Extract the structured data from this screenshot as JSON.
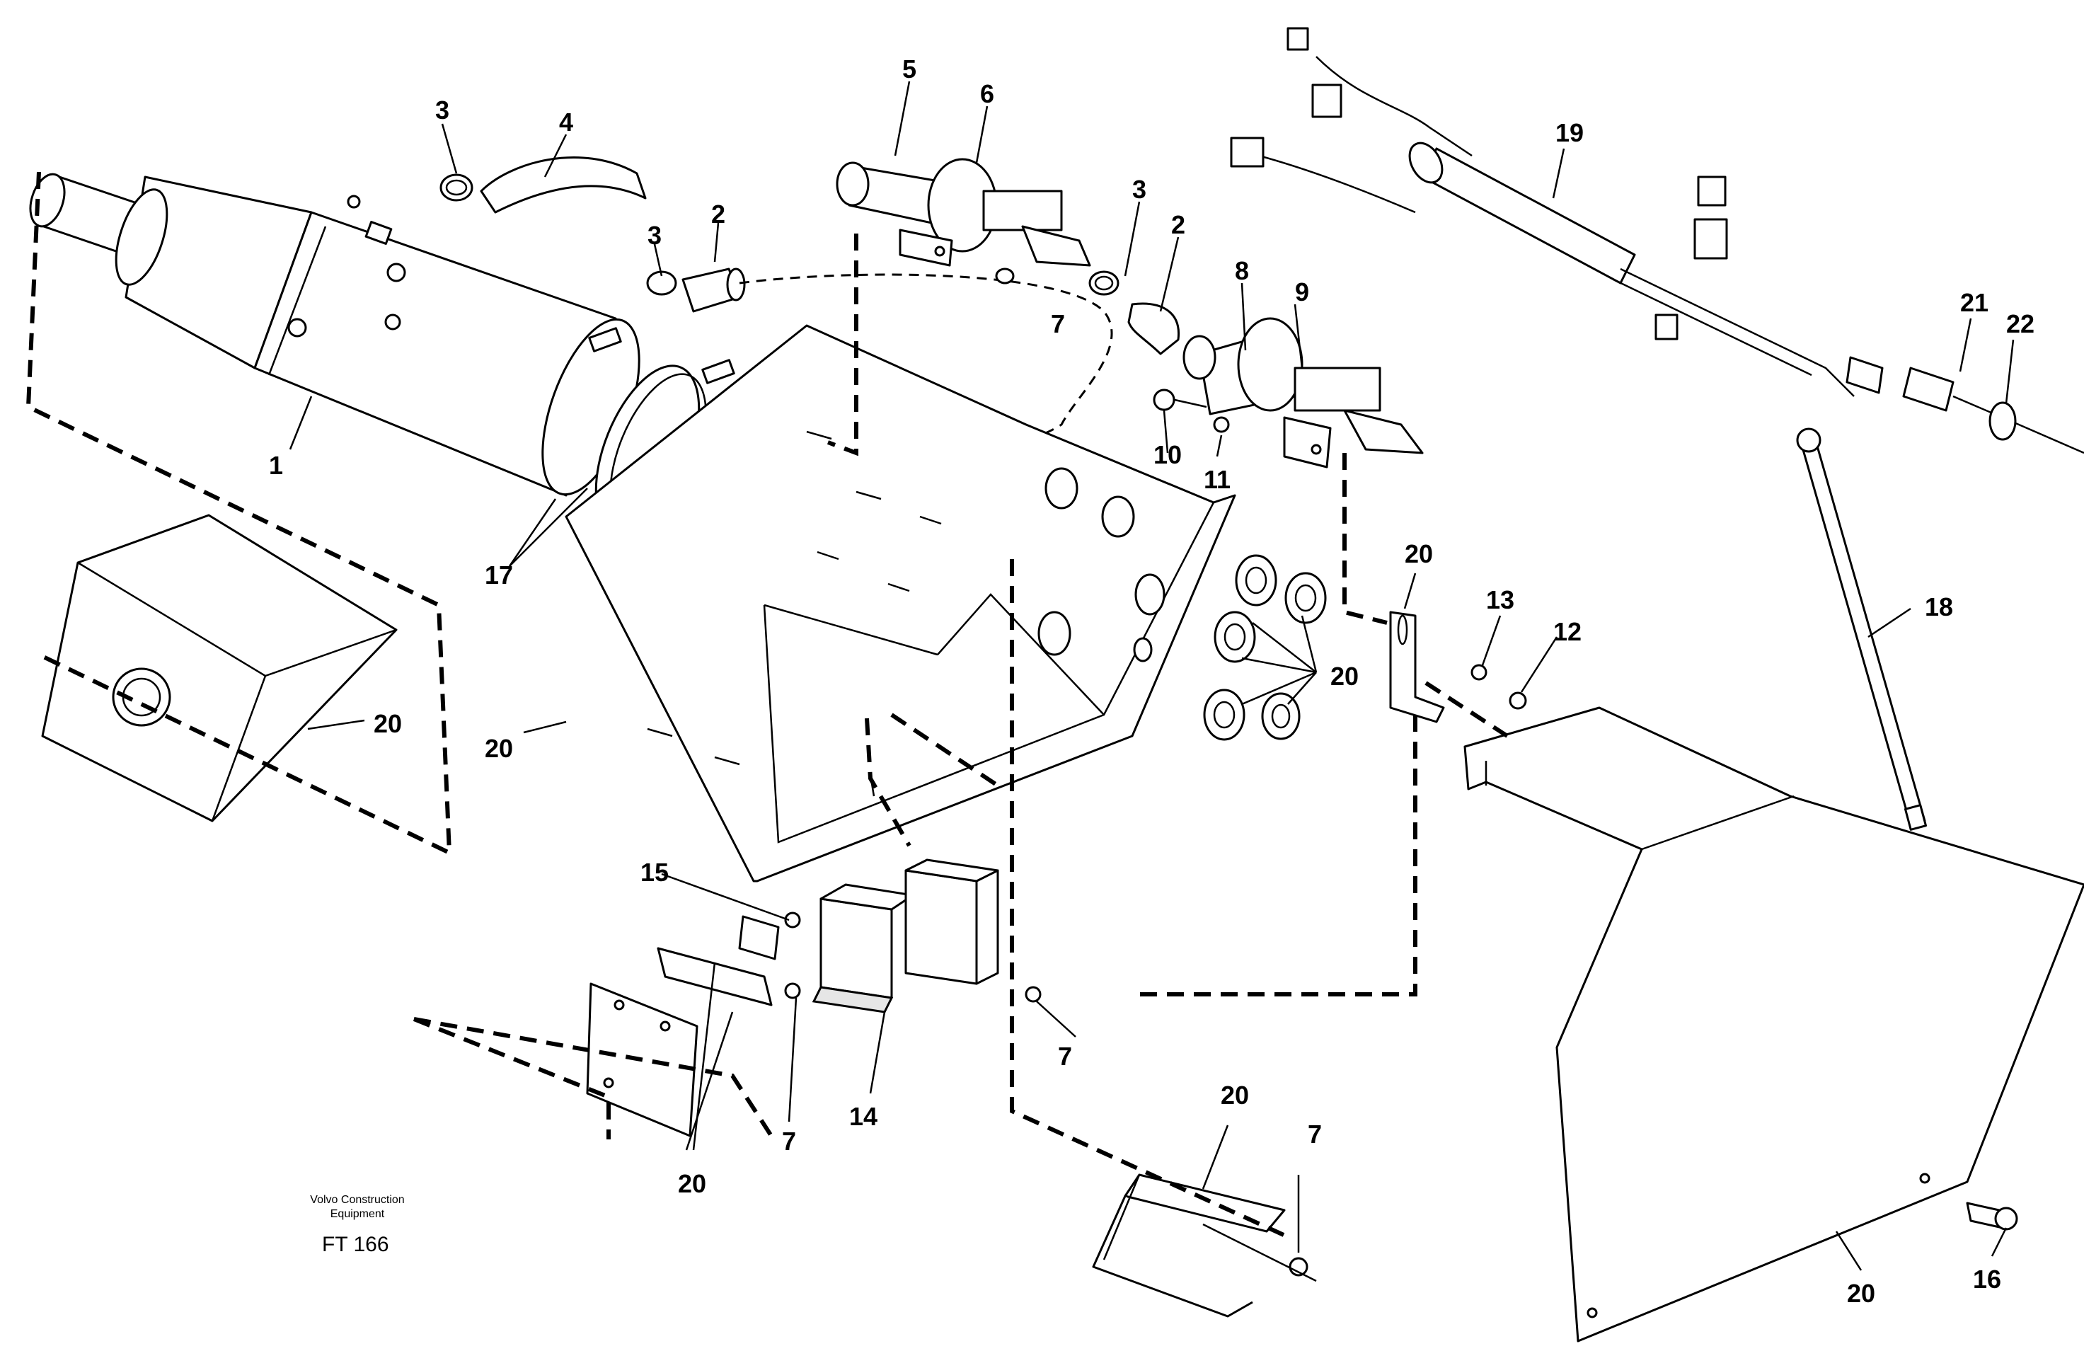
{
  "credit": {
    "line1": "Volvo Construction",
    "line2": "Equipment",
    "figure_code": "FT 166"
  },
  "callouts": [
    {
      "id": "c1",
      "label": "1"
    },
    {
      "id": "c2a",
      "label": "2"
    },
    {
      "id": "c2b",
      "label": "2"
    },
    {
      "id": "c3a",
      "label": "3"
    },
    {
      "id": "c3b",
      "label": "3"
    },
    {
      "id": "c3c",
      "label": "3"
    },
    {
      "id": "c4",
      "label": "4"
    },
    {
      "id": "c5",
      "label": "5"
    },
    {
      "id": "c6",
      "label": "6"
    },
    {
      "id": "c7a",
      "label": "7"
    },
    {
      "id": "c7b",
      "label": "7"
    },
    {
      "id": "c7c",
      "label": "7"
    },
    {
      "id": "c7d",
      "label": "7"
    },
    {
      "id": "c8",
      "label": "8"
    },
    {
      "id": "c9",
      "label": "9"
    },
    {
      "id": "c10",
      "label": "10"
    },
    {
      "id": "c11",
      "label": "11"
    },
    {
      "id": "c12",
      "label": "12"
    },
    {
      "id": "c13",
      "label": "13"
    },
    {
      "id": "c14",
      "label": "14"
    },
    {
      "id": "c15",
      "label": "15"
    },
    {
      "id": "c16",
      "label": "16"
    },
    {
      "id": "c17",
      "label": "17"
    },
    {
      "id": "c18",
      "label": "18"
    },
    {
      "id": "c19",
      "label": "19"
    },
    {
      "id": "c20a",
      "label": "20"
    },
    {
      "id": "c20b",
      "label": "20"
    },
    {
      "id": "c20c",
      "label": "20"
    },
    {
      "id": "c20d",
      "label": "20"
    },
    {
      "id": "c20e",
      "label": "20"
    },
    {
      "id": "c20f",
      "label": "20"
    },
    {
      "id": "c20g",
      "label": "20"
    },
    {
      "id": "c21",
      "label": "21"
    },
    {
      "id": "c22",
      "label": "22"
    }
  ]
}
